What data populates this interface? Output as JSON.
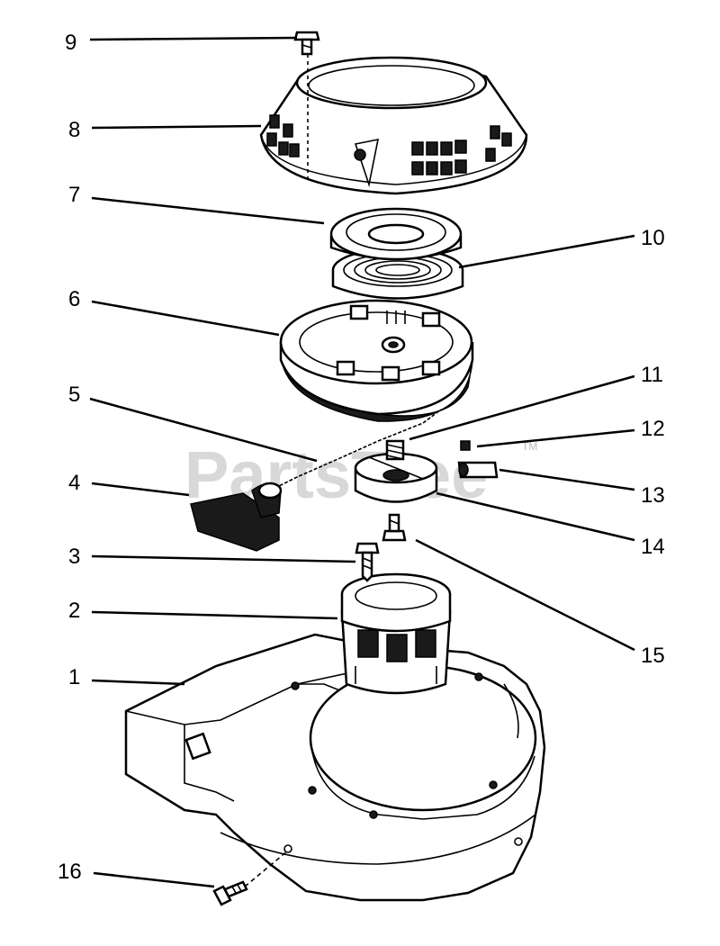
{
  "watermark": {
    "text": "PartsTree",
    "tm": "TM"
  },
  "callouts": [
    {
      "id": "9",
      "label": "9"
    },
    {
      "id": "8",
      "label": "8"
    },
    {
      "id": "7",
      "label": "7"
    },
    {
      "id": "10",
      "label": "10"
    },
    {
      "id": "6",
      "label": "6"
    },
    {
      "id": "11",
      "label": "11"
    },
    {
      "id": "5",
      "label": "5"
    },
    {
      "id": "12",
      "label": "12"
    },
    {
      "id": "4",
      "label": "4"
    },
    {
      "id": "13",
      "label": "13"
    },
    {
      "id": "14",
      "label": "14"
    },
    {
      "id": "3",
      "label": "3"
    },
    {
      "id": "2",
      "label": "2"
    },
    {
      "id": "15",
      "label": "15"
    },
    {
      "id": "1",
      "label": "1"
    },
    {
      "id": "16",
      "label": "16"
    }
  ],
  "parts": [
    {
      "id": "1",
      "name": "blower-housing"
    },
    {
      "id": "2",
      "name": "starter-cup"
    },
    {
      "id": "3",
      "name": "cup-screw"
    },
    {
      "id": "4",
      "name": "starter-handle"
    },
    {
      "id": "5",
      "name": "starter-rope"
    },
    {
      "id": "6",
      "name": "rope-pulley"
    },
    {
      "id": "7",
      "name": "spring-retainer"
    },
    {
      "id": "8",
      "name": "starter-housing"
    },
    {
      "id": "9",
      "name": "housing-screw"
    },
    {
      "id": "10",
      "name": "recoil-spring"
    },
    {
      "id": "11",
      "name": "brake-spring"
    },
    {
      "id": "12",
      "name": "pawl-spring"
    },
    {
      "id": "13",
      "name": "pawl"
    },
    {
      "id": "14",
      "name": "pawl-retainer"
    },
    {
      "id": "15",
      "name": "center-screw"
    },
    {
      "id": "16",
      "name": "mounting-screw"
    }
  ]
}
